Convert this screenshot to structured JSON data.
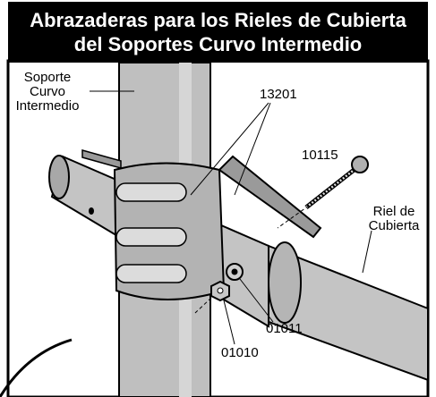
{
  "title": {
    "line1": "Abrazaderas para los Rieles de Cubierta",
    "line2": "del Soportes Curvo Intermedio"
  },
  "labels": {
    "soporte": [
      "Soporte",
      "Curvo",
      "Intermedio"
    ],
    "part_13201": "13201",
    "part_10115": "10115",
    "riel": [
      "Riel de",
      "Cubierta"
    ],
    "part_01011": "01011",
    "part_01010": "01010"
  }
}
